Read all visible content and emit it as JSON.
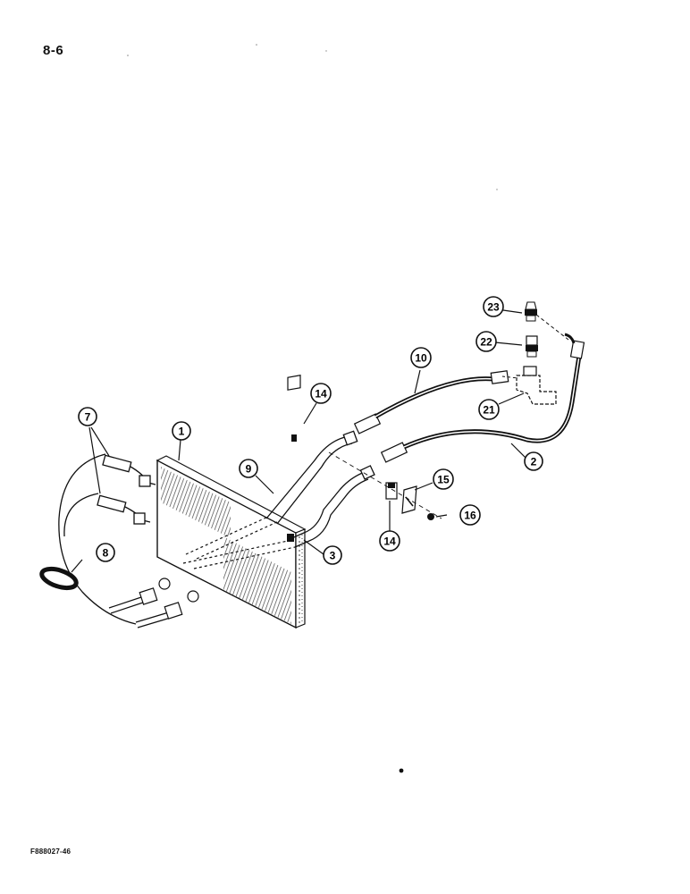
{
  "page_number": "8-6",
  "figure_code": "F888027-46",
  "callouts": {
    "c1": "1",
    "c2": "2",
    "c3": "3",
    "c7": "7",
    "c8": "8",
    "c9": "9",
    "c10": "10",
    "c14a": "14",
    "c14b": "14",
    "c15": "15",
    "c16": "16",
    "c21": "21",
    "c22": "22",
    "c23": "23"
  }
}
